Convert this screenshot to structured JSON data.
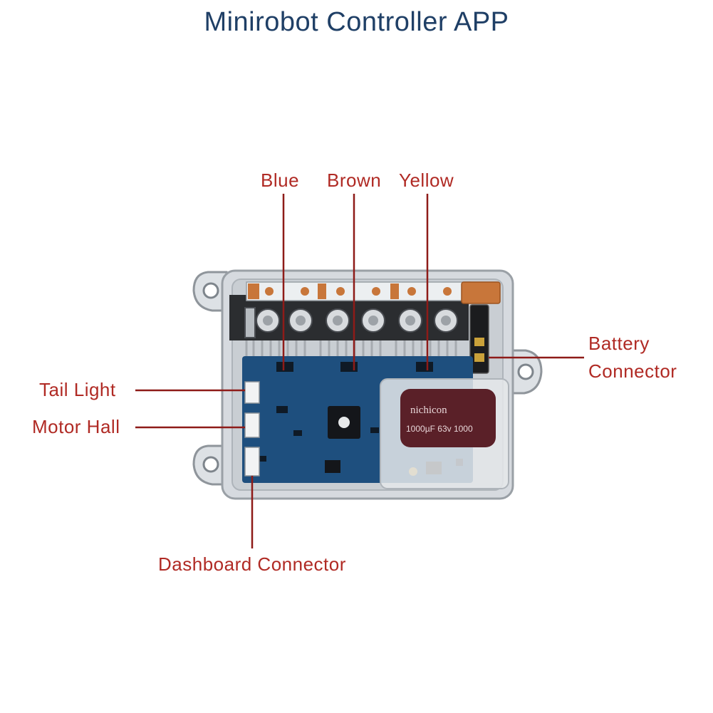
{
  "title": "Minirobot Controller APP",
  "labels": {
    "blue": "Blue",
    "brown": "Brown",
    "yellow": "Yellow",
    "battery_line1": "Battery",
    "battery_line2": "Connector",
    "tail_light": "Tail Light",
    "motor_hall": "Motor Hall",
    "dashboard": "Dashboard Connector"
  },
  "capacitor": {
    "brand": "nichicon",
    "rating": "1000µF 63v 1000"
  },
  "colors": {
    "title": "#1f3f66",
    "label": "#b02a24",
    "leader": "#8e1b18",
    "pcb": "#1e4f7e",
    "housing": "#d9dde1",
    "capacitor": "#5a2028",
    "terminal": "#c8763a"
  }
}
